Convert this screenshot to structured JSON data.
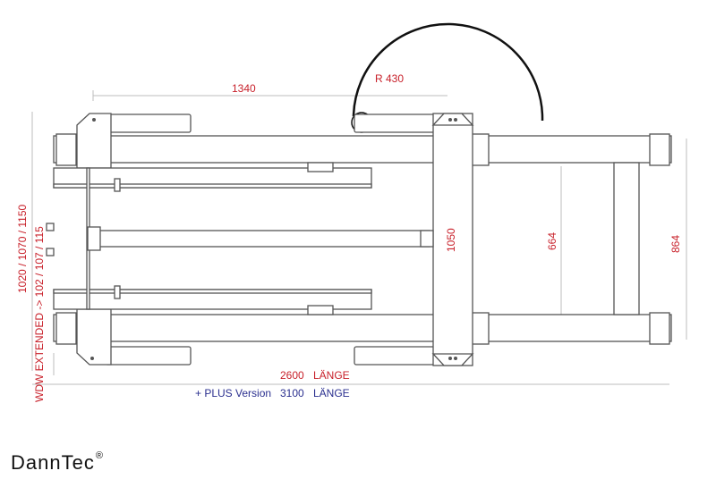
{
  "dimensions": {
    "width_1340": "1340",
    "radius": "R 430",
    "depth_1050": "1050",
    "inner_664": "664",
    "outer_864": "864",
    "widths_top": "1020  /  1070  /  1150",
    "widths_mid": "WDW EXTENDED  ->  102  /  107  /  115",
    "length_main_value": "2600",
    "length_main_unit": "LÄNGE",
    "length_plus_prefix": "+ PLUS Version",
    "length_plus_value": "3100",
    "length_plus_unit": "LÄNGE"
  },
  "brand": {
    "logo_text": "DannTec",
    "registered_mark": "®"
  },
  "colors": {
    "red_dimension": "#c8202a",
    "blue_dimension": "#2a2f8f",
    "line": "#555555",
    "dim_line": "#bbbbbb"
  }
}
